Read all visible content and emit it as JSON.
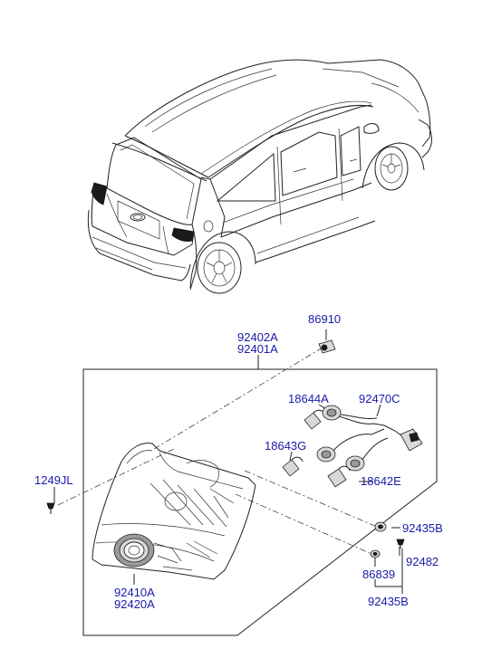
{
  "diagram": {
    "labels": {
      "p86910": "86910",
      "p92402A": "92402A",
      "p92401A": "92401A",
      "p18644A": "18644A",
      "p92470C": "92470C",
      "p18643G": "18643G",
      "p18642E": "18642E",
      "p1249JL": "1249JL",
      "p92435B_top": "92435B",
      "p92482": "92482",
      "p86839": "86839",
      "p92410A": "92410A",
      "p92420A": "92420A",
      "p92435B_bottom": "92435B"
    },
    "colors": {
      "label_text": "#1a1aa8",
      "line_art": "#222222",
      "background": "#ffffff"
    }
  }
}
